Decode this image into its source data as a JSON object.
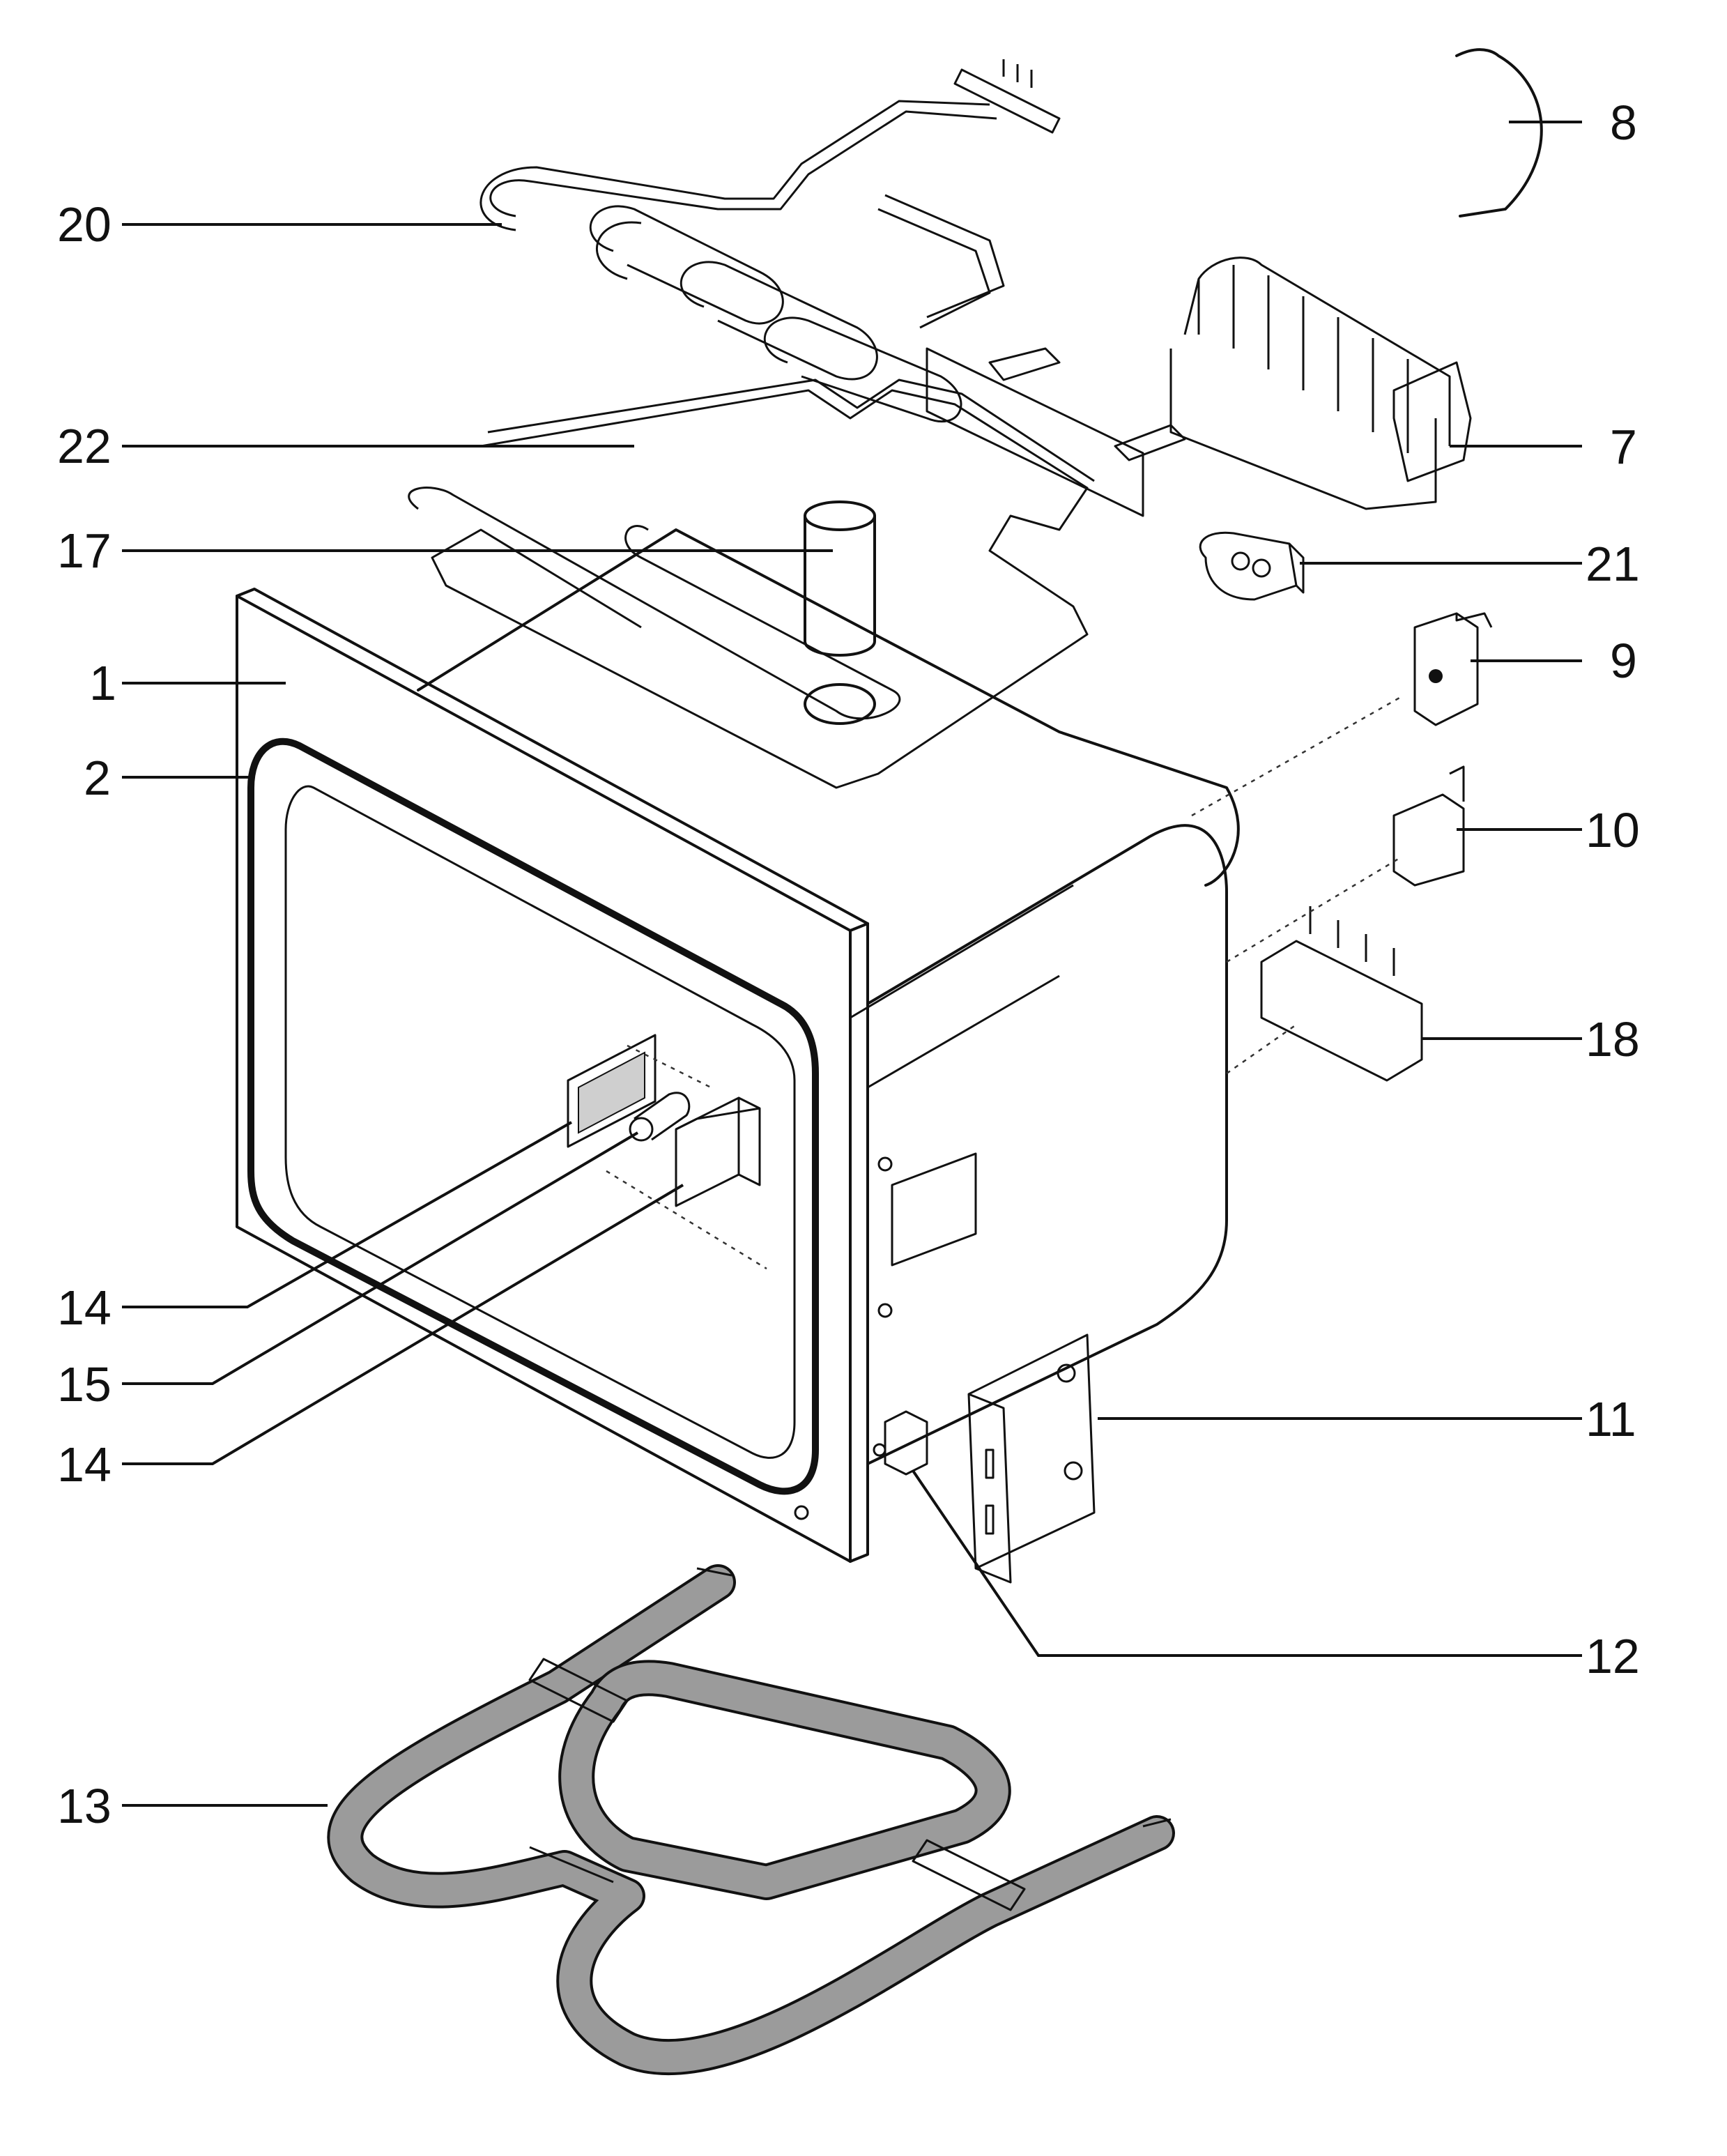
{
  "diagram": {
    "type": "exploded-parts-diagram",
    "callouts": [
      {
        "id": "c20",
        "label": "20"
      },
      {
        "id": "c22",
        "label": "22"
      },
      {
        "id": "c17",
        "label": "17"
      },
      {
        "id": "c1",
        "label": "1"
      },
      {
        "id": "c2",
        "label": "2"
      },
      {
        "id": "c14a",
        "label": "14"
      },
      {
        "id": "c15",
        "label": "15"
      },
      {
        "id": "c14b",
        "label": "14"
      },
      {
        "id": "c13",
        "label": "13"
      },
      {
        "id": "c8",
        "label": "8"
      },
      {
        "id": "c7",
        "label": "7"
      },
      {
        "id": "c21",
        "label": "21"
      },
      {
        "id": "c9",
        "label": "9"
      },
      {
        "id": "c10",
        "label": "10"
      },
      {
        "id": "c18",
        "label": "18"
      },
      {
        "id": "c11",
        "label": "11"
      },
      {
        "id": "c12",
        "label": "12"
      }
    ],
    "colors": {
      "ink": "#111111",
      "shade": "#9b9b9b",
      "background": "#ffffff"
    }
  }
}
